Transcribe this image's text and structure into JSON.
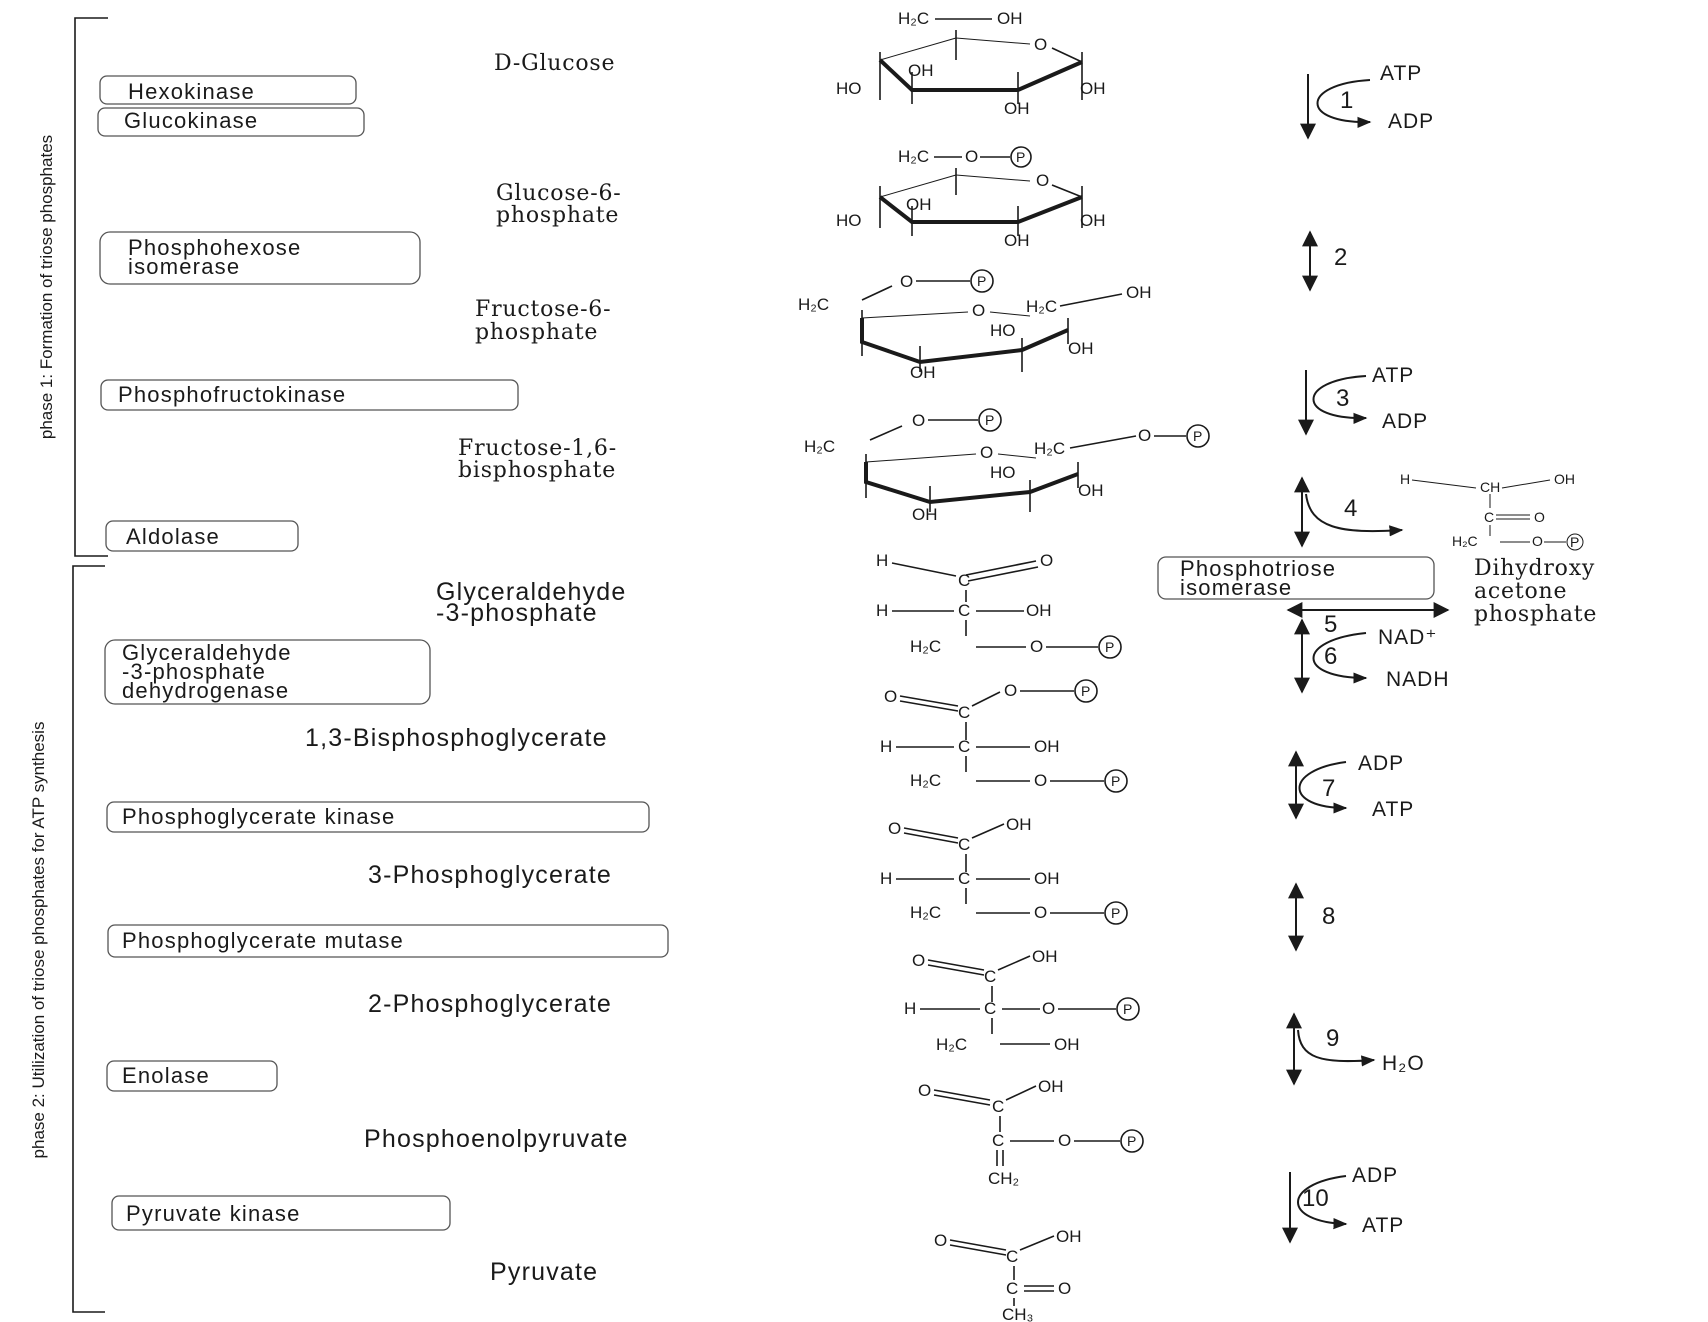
{
  "phases": {
    "phase1": "phase 1: Formation of triose phosphates",
    "phase2": "phase 2: Utilization of triose phosphates for ATP synthesis"
  },
  "enzymes": {
    "hexokinase": "Hexokinase",
    "glucokinase": "Glucokinase",
    "phosphohexose_isomerase": [
      "Phosphohexose",
      "isomerase"
    ],
    "phosphofructokinase": "Phosphofructokinase",
    "aldolase": "Aldolase",
    "phosphotriose_isomerase": [
      "Phosphotriose",
      "isomerase"
    ],
    "g3p_dehydrogenase": [
      "Glyceraldehyde",
      "-3-phosphate",
      "dehydrogenase"
    ],
    "phosphoglycerate_kinase": "Phosphoglycerate kinase",
    "phosphoglycerate_mutase": "Phosphoglycerate mutase",
    "enolase": "Enolase",
    "pyruvate_kinase": "Pyruvate kinase"
  },
  "metabolites": {
    "glucose": "D-Glucose",
    "g6p": [
      "Glucose-6-",
      "phosphate"
    ],
    "f6p": [
      "Fructose-6-",
      "phosphate"
    ],
    "f16bp": [
      "Fructose-1,6-",
      "bisphosphate"
    ],
    "dhap": [
      "Dihydroxy",
      "acetone",
      "phosphate"
    ],
    "g3p": [
      "Glyceraldehyde",
      "-3-phosphate"
    ],
    "bpg13": "1,3-Bisphosphoglycerate",
    "pg3": "3-Phosphoglycerate",
    "pg2": "2-Phosphoglycerate",
    "pep": "Phosphoenolpyruvate",
    "pyruvate": "Pyruvate"
  },
  "steps": [
    "1",
    "2",
    "3",
    "4",
    "5",
    "6",
    "7",
    "8",
    "9",
    "10"
  ],
  "cofactors": {
    "step1": [
      "ATP",
      "ADP"
    ],
    "step3": [
      "ATP",
      "ADP"
    ],
    "step6": [
      "NAD⁺",
      "NADH"
    ],
    "step7": [
      "ADP",
      "ATP"
    ],
    "step9": "H₂O",
    "step10": [
      "ADP",
      "ATP"
    ]
  },
  "structure_labels": {
    "h2c": "H₂C",
    "oh": "OH",
    "ho": "HO",
    "o": "O",
    "h": "H",
    "c": "C",
    "p": "P",
    "ch2": "CH₂",
    "ch3": "CH₃",
    "ch": "CH"
  }
}
